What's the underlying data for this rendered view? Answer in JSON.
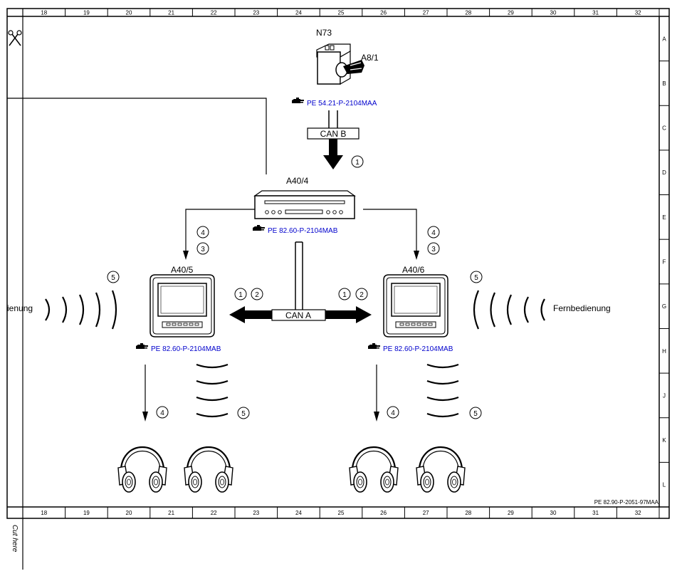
{
  "ruler": {
    "columns": [
      "18",
      "19",
      "20",
      "21",
      "22",
      "23",
      "24",
      "25",
      "26",
      "27",
      "28",
      "29",
      "30",
      "31",
      "32"
    ],
    "rows": [
      "A",
      "B",
      "C",
      "D",
      "E",
      "F",
      "G",
      "H",
      "J",
      "K",
      "L"
    ]
  },
  "sheet_id": "PE 82.90-P-2051-97MAA",
  "cut_text": "Cut here",
  "components": {
    "n73": "N73",
    "a8_1": "A8/1",
    "a40_4": "A40/4",
    "a40_5": "A40/5",
    "a40_6": "A40/6"
  },
  "refs": {
    "n73_ref": "PE 54.21-P-2104MAA",
    "a40_4_ref": "PE 82.60-P-2104MAB",
    "a40_5_ref": "PE 82.60-P-2104MAB",
    "a40_6_ref": "PE 82.60-P-2104MAB"
  },
  "buses": {
    "can_b": "CAN B",
    "can_a": "CAN A"
  },
  "labels": {
    "left_remote": "ienung",
    "right_remote": "Fernbedienung"
  },
  "markers": {
    "m1": "1",
    "m2": "2",
    "m3": "3",
    "m4": "4",
    "m5": "5"
  }
}
